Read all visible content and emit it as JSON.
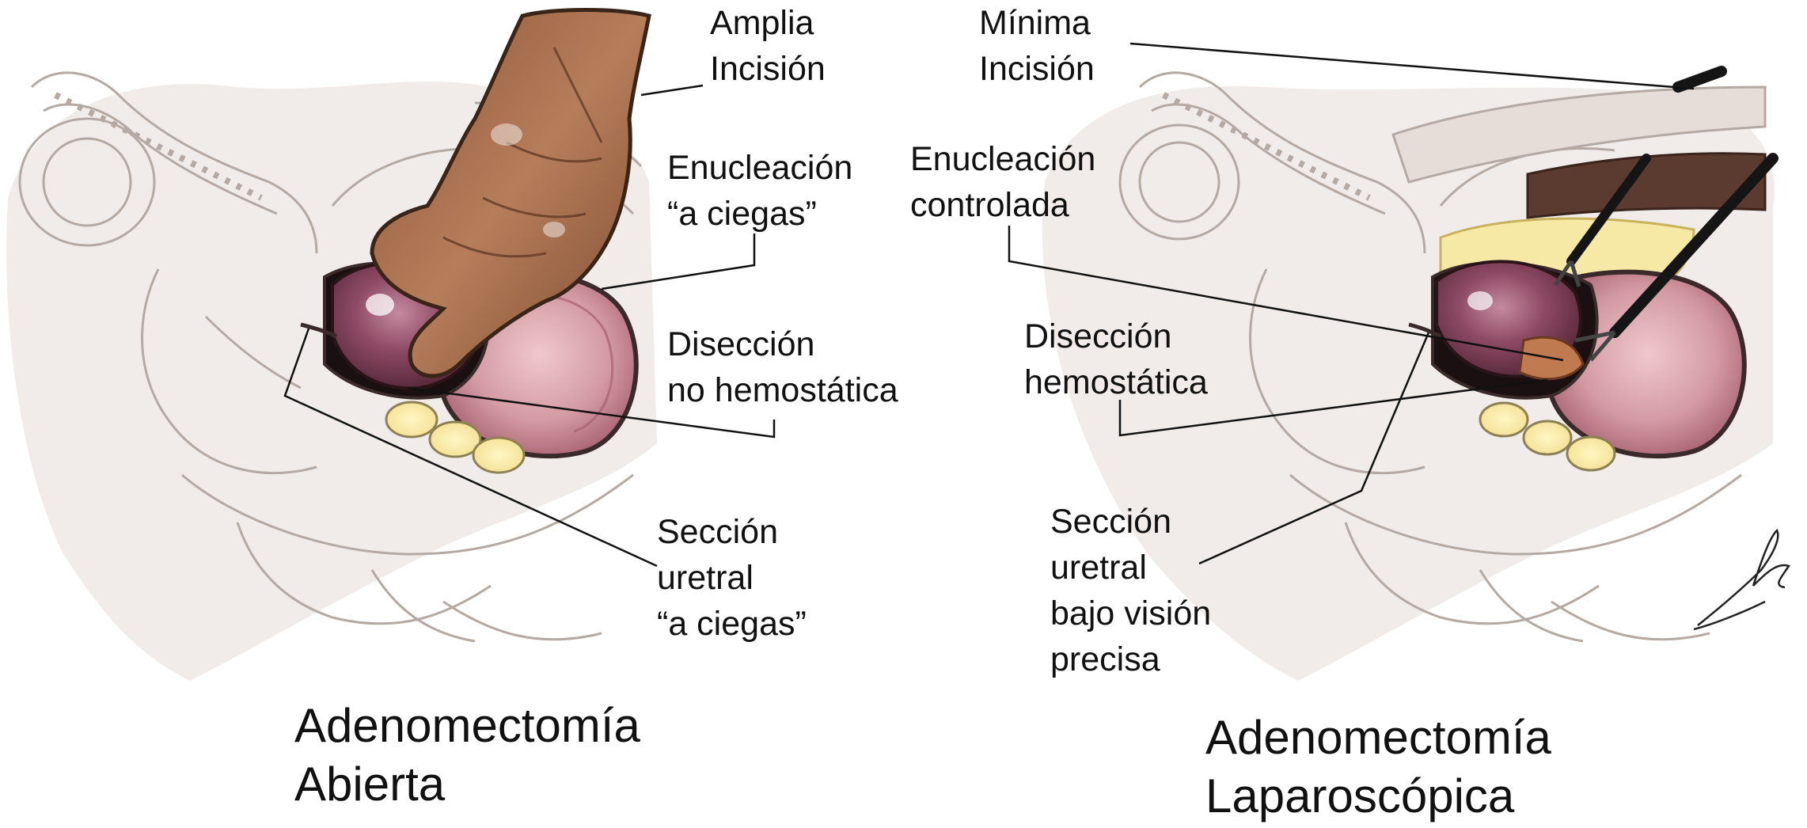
{
  "colors": {
    "tissue_outline": "#3a2a2a",
    "bone_sketch": "#b5a9a4",
    "skin": "#ece6e4",
    "prostate": "#8e4a64",
    "bladder": "#c07c88",
    "bladder_inner": "#d39aa3",
    "hand": "#a86e4e",
    "seminal": "#efe39f",
    "fat_yellow": "#f6e9a6",
    "muscle": "#5b3a2f",
    "instrument": "#151515",
    "leader_line": "#111111"
  },
  "left": {
    "labels": {
      "incision_l1": "Amplia",
      "incision_l2": "Incisión",
      "enucleation_l1": "Enucleación",
      "enucleation_l2": "“a ciegas”",
      "dissection_l1": "Disección",
      "dissection_l2": "no hemostática",
      "section_l1": "Sección",
      "section_l2": "uretral",
      "section_l3": "“a ciegas”"
    },
    "caption_l1": "Adenomectomía",
    "caption_l2": "Abierta"
  },
  "right": {
    "labels": {
      "incision_l1": "Mínima",
      "incision_l2": "Incisión",
      "enucleation_l1": "Enucleación",
      "enucleation_l2": "controlada",
      "dissection_l1": "Disección",
      "dissection_l2": "hemostática",
      "section_l1": "Sección",
      "section_l2": "uretral",
      "section_l3": "bajo visión",
      "section_l4": "precisa"
    },
    "caption_l1": "Adenomectomía",
    "caption_l2": "Laparoscópica"
  }
}
